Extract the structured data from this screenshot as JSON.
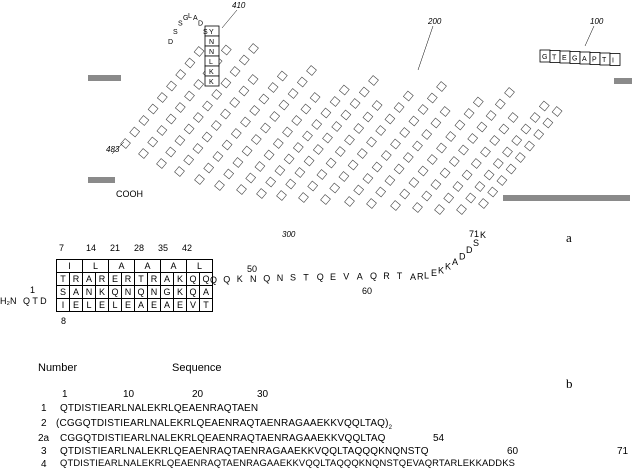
{
  "panel_a": {
    "label": "a",
    "residue_numbers": [
      "410",
      "200",
      "100",
      "483",
      "300"
    ],
    "cterm": "COOH",
    "loop_top_letters": "DSSGLADS",
    "boxed_column": [
      "Y",
      "N",
      "N",
      "L",
      "K",
      "K"
    ],
    "boxed_top_right": [
      "G",
      "T",
      "E",
      "G",
      "A",
      "P",
      "T",
      "I"
    ],
    "strand_colors": {
      "box": "#444444",
      "bar": "#8a8a8a"
    }
  },
  "panel_b": {
    "label": "b",
    "nterm": "H₂N",
    "pre_residues": "Q T D",
    "start_number": "1",
    "grid_top_numbers": [
      "7",
      "14",
      "21",
      "28",
      "35",
      "42"
    ],
    "grid_bottom_number": "8",
    "grid_rows": [
      [
        "I",
        "L",
        "A",
        "A",
        "A",
        "L",
        ""
      ],
      [
        "T",
        "R",
        "A",
        "R",
        "E",
        "R",
        "T",
        "R",
        "A",
        "K",
        "Q",
        "Q"
      ],
      [
        "S",
        "A",
        "N",
        "K",
        "Q",
        "N",
        "Q",
        "N",
        "G",
        "K",
        "Q",
        "A"
      ],
      [
        "I",
        "E",
        "L",
        "E",
        "L",
        "E",
        "A",
        "E",
        "A",
        "E",
        "V",
        "T"
      ]
    ],
    "tail_sequence": "QQKNQNSTQEVAQRTARLEKKADDSK",
    "tail_numbers": [
      "50",
      "60",
      "71"
    ]
  },
  "table": {
    "col_number": "Number",
    "col_sequence": "Sequence",
    "ruler": [
      "1",
      "10",
      "20",
      "30"
    ],
    "rows": [
      {
        "num": "1",
        "seq": "QTDISTIEARLNALEKRLQEAENRAQTAEN"
      },
      {
        "num": "2",
        "seq": "(CGGQTDISTIEARLNALEKRLQEAENRAQTAENRAGAAEKKVQQLTAQ)",
        "sub": "2"
      },
      {
        "num": "2a",
        "seq": "CGGQTDISTIEARLNALEKRLQEAENRAQTAENRAGAAEKKVQQLTAQ"
      },
      {
        "num": "3",
        "seq": "QTDISTIEARLNALEKRLQEAENRAQTAENRAGAAEKKVQQLTAQQQKNQNSTQ"
      },
      {
        "num": "4",
        "seq": "QTDISTIEARLNALEKRLQEAENRAQTAENRAGAAEKKVQQLTAQQQKNQNSTQEVAQRTARLEKKADDKS"
      }
    ],
    "row_end_numbers": {
      "row3": "54",
      "row4_60": "60",
      "row4_71": "71"
    }
  }
}
